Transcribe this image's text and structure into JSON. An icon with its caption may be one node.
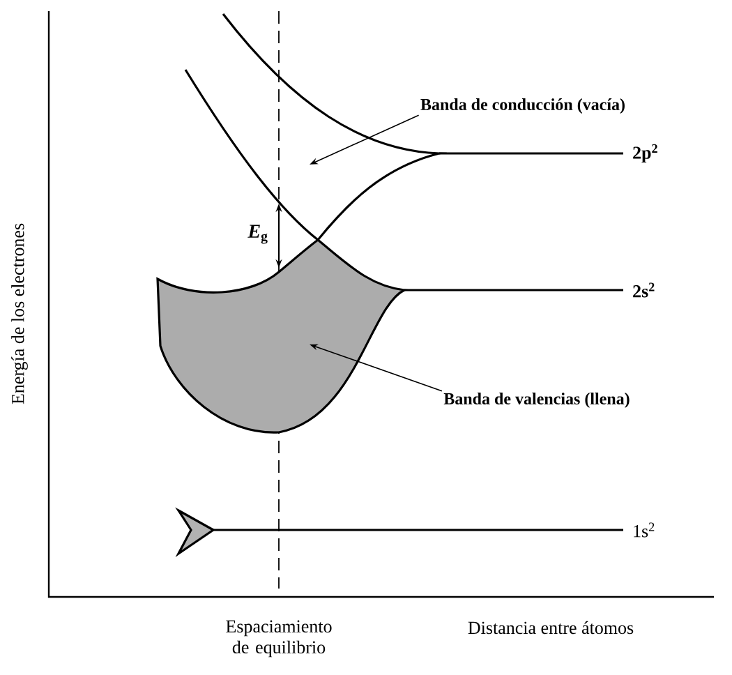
{
  "diagram": {
    "nodes": [
      {
        "text": [
          "Banda de conducción (vacía)"
        ]
      },
      {
        "text": [],
        "shape": "band"
      },
      {
        "text": [],
        "shape": "band"
      },
      {
        "text": [
          "Banda de valencias (llena)"
        ]
      }
    ],
    "edges": [
      {
        "from": 0,
        "to": 1,
        "arrow": "to"
      },
      {
        "from": 3,
        "to": 2,
        "arrow": "to"
      }
    ],
    "labels": [
      "2p$^{2}$",
      "*E*$_{g}$",
      "2s$^{2}$",
      "1s$^{2}$",
      "Energía de los electrones",
      "Espaciamiento de equilibrio",
      "Distancia entre átomos"
    ]
  }
}
